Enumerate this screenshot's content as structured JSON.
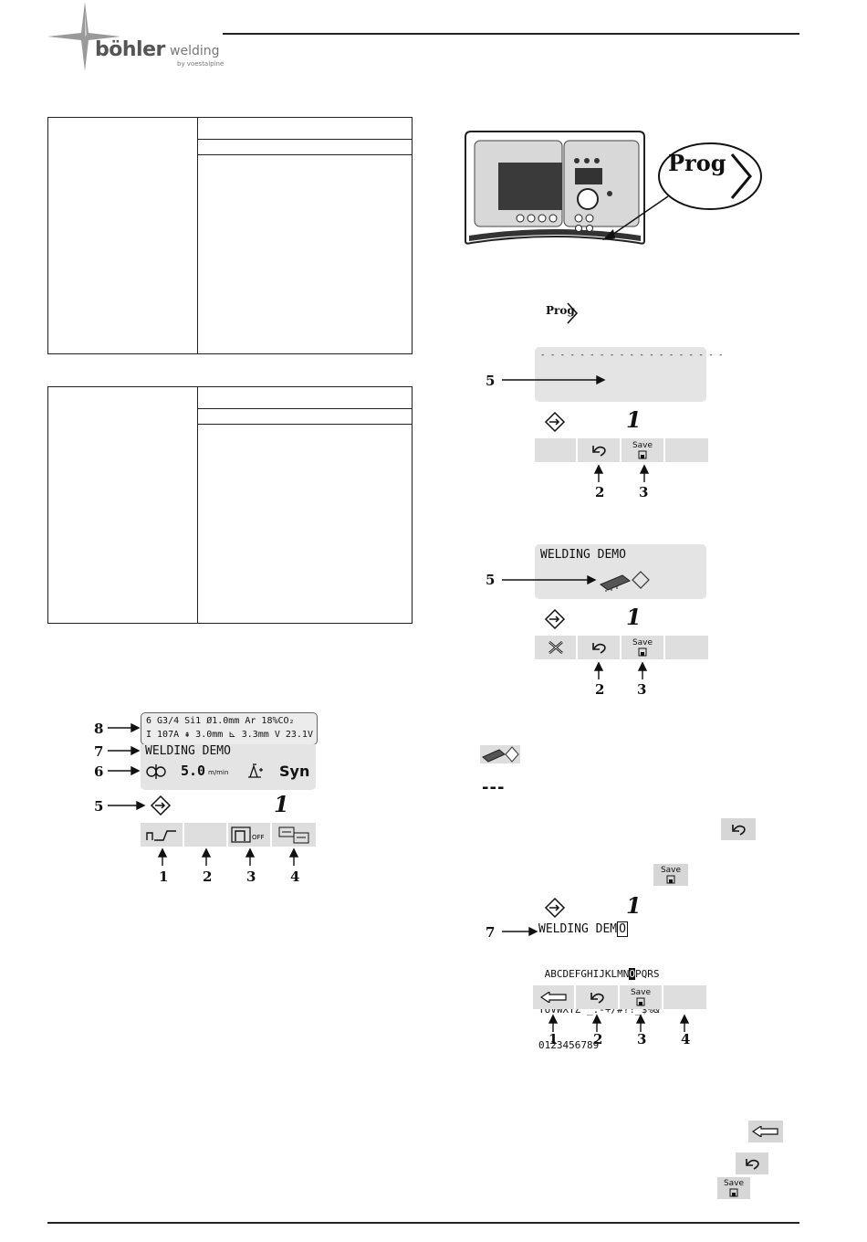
{
  "brand": {
    "name": "böhler",
    "suffix": "welding",
    "sub": "by voestalpine"
  },
  "prog_label": "Prog",
  "save_label": "Save",
  "screen_main": {
    "line1": "6 G3/4 Si1  Ø1.0mm  Ar 18%CO₂",
    "line2": "I  107A  ⇞  3.0mm  ⊾  3.3mm  V 23.1V",
    "program_name": "WELDING DEMO",
    "wire_speed": "5.0",
    "wire_unit": "m/min",
    "mode": "Syn",
    "digit": "1"
  },
  "screen_empty": {
    "dashes": "- - - - - - - - - - - - - - - - - - -",
    "digit": "1"
  },
  "screen_demo": {
    "program_name": "WELDING DEMO",
    "digit": "1"
  },
  "screen_edit": {
    "name": "WELDING DEM",
    "cursor_char": "O",
    "row1_before": " ABCDEFGHIJKLMN",
    "row1_highlight": "O",
    "row1_after": "PQRS",
    "row2": "TUVWXYZ _.-+/#?!_$%&'",
    "row3": "0123456789",
    "digit": "1"
  },
  "legend_dashes": "---",
  "callouts": {
    "main": [
      "8",
      "7",
      "6",
      "5",
      "1",
      "2",
      "3",
      "4"
    ],
    "empty": [
      "5",
      "2",
      "3"
    ],
    "demo": [
      "5",
      "2",
      "3"
    ],
    "edit": [
      "7",
      "1",
      "2",
      "3",
      "4"
    ]
  }
}
